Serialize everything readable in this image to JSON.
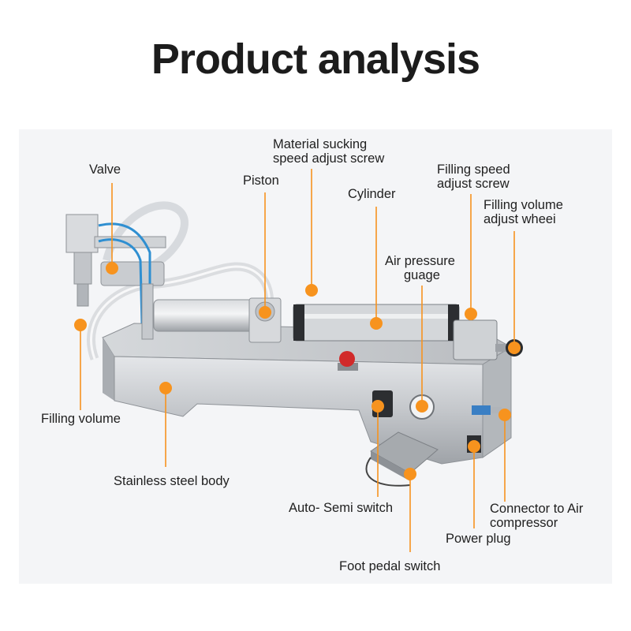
{
  "title": "Product analysis",
  "colors": {
    "accent": "#f7931e",
    "steel": "#c9ccd0",
    "dark": "#2a2c2f",
    "background": "#f4f5f7"
  },
  "labels": {
    "valve": "Valve",
    "piston": "Piston",
    "material_sucking_1": "Material sucking",
    "material_sucking_2": "speed adjust screw",
    "cylinder": "Cylinder",
    "filling_speed_1": "Filling speed",
    "filling_speed_2": "adjust screw",
    "filling_volume_wheel_1": "Filling volume",
    "filling_volume_wheel_2": "adjust wheei",
    "air_pressure_1": "Air pressure",
    "air_pressure_2": "guage",
    "filling_volume": "Filling volume",
    "stainless_body": "Stainless steel body",
    "auto_semi": "Auto- Semi switch",
    "connector_1": "Connector to Air",
    "connector_2": "compressor",
    "power_plug": "Power plug",
    "foot_pedal": "Foot pedal switch"
  }
}
